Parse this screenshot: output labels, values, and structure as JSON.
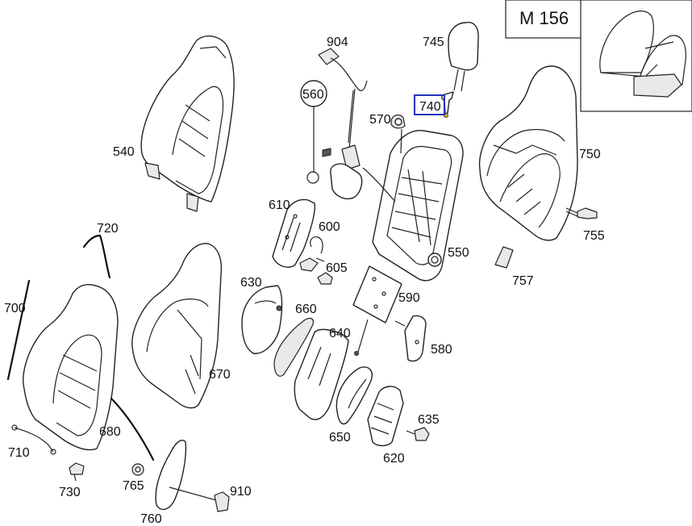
{
  "diagram": {
    "model_label": "M 156",
    "highlighted_part": "740",
    "accent_color": "#2233bb",
    "parts": [
      "904",
      "745",
      "560",
      "740",
      "570",
      "540",
      "750",
      "610",
      "600",
      "755",
      "720",
      "605",
      "550",
      "630",
      "660",
      "590",
      "700",
      "757",
      "640",
      "580",
      "670",
      "635",
      "680",
      "650",
      "710",
      "620",
      "765",
      "910",
      "730",
      "760"
    ]
  }
}
